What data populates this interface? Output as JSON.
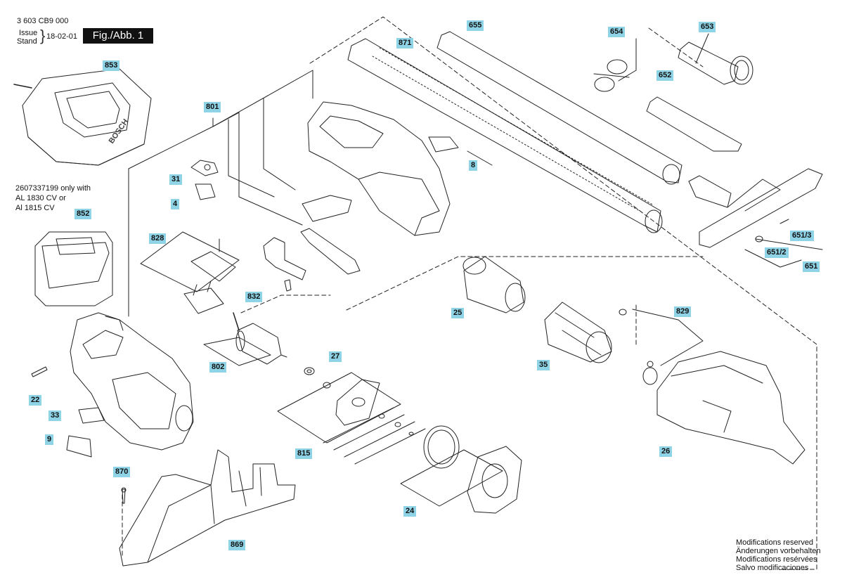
{
  "header": {
    "doc_number": "3 603 CB9 000",
    "issue_label": "Issue",
    "stand_label": "Stand",
    "issue_date": "18-02-01",
    "figure_label": "Fig./Abb. 1"
  },
  "battery_note": [
    "2607337199 only with",
    "AL 1830 CV or",
    "Al 1815 CV"
  ],
  "footer": [
    "Modifications reserved",
    "Änderungen vorbehalten",
    "Modifications resérvées",
    "Salvo modificaciones"
  ],
  "charger_brand": "BOSCH",
  "part_numbers": [
    "853",
    "801",
    "31",
    "4",
    "852",
    "828",
    "832",
    "22",
    "33",
    "9",
    "870",
    "869",
    "802",
    "27",
    "815",
    "24",
    "871",
    "655",
    "654",
    "653",
    "652",
    "8",
    "651/3",
    "651/2",
    "651",
    "25",
    "35",
    "829",
    "26"
  ],
  "colors": {
    "label_bg": "#8fd3e6",
    "line": "#222222",
    "fig_bg": "#111111"
  }
}
